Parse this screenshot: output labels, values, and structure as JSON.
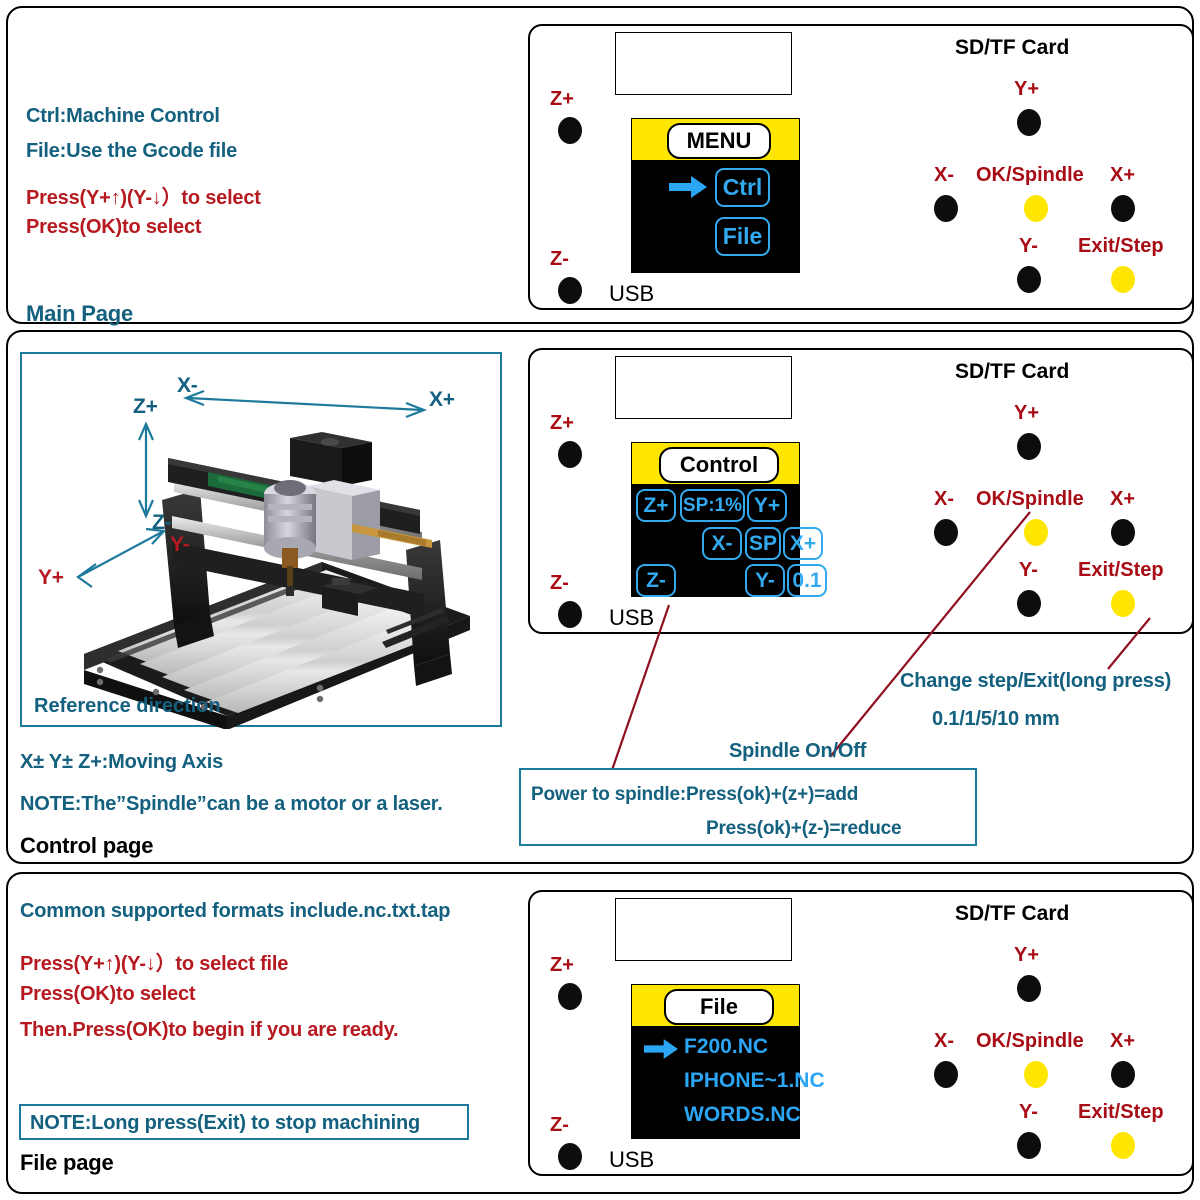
{
  "sections": {
    "main": {
      "caption": "Main Page",
      "lines": [
        {
          "text": "Ctrl:Machine Control",
          "color": "teal"
        },
        {
          "text": "File:Use the Gcode file",
          "color": "teal"
        },
        {
          "text": "Press(Y+↑)(Y-↓）to select",
          "color": "red"
        },
        {
          "text": "Press(OK)to select",
          "color": "red"
        }
      ],
      "screen": {
        "title": "MENU",
        "items": [
          "Ctrl",
          "File"
        ],
        "selected_index": 0
      }
    },
    "control": {
      "caption": "Control page",
      "reference_caption": "Reference direction",
      "axis_labels": {
        "x_minus": "X-",
        "x_plus": "X+",
        "z_plus": "Z+",
        "z_minus": "Z-",
        "y_minus": "Y-",
        "y_plus": "Y+"
      },
      "lines": [
        {
          "text": "X± Y± Z+:Moving Axis",
          "color": "teal"
        },
        {
          "text": "NOTE:The”Spindle”can be a motor or a laser.",
          "color": "teal"
        }
      ],
      "screen": {
        "title": "Control",
        "chips": [
          "Z+",
          "SP:1%",
          "Y+",
          "X-",
          "SP",
          "X+",
          "Z-",
          "Y-",
          "0.1"
        ],
        "spindle_value": "SP:1%",
        "step_value": "0.1"
      },
      "callouts": {
        "change_step": "Change step/Exit(long press)",
        "step_values": "0.1/1/5/10 mm",
        "spindle_onoff": "Spindle On/Off"
      },
      "power_note": {
        "line1": "Power to spindle:Press(ok)+(z+)=add",
        "line2": "Press(ok)+(z-)=reduce"
      }
    },
    "file": {
      "caption": "File page",
      "lines": [
        {
          "text": "Common supported formats include.nc.txt.tap",
          "color": "teal"
        },
        {
          "text": "Press(Y+↑)(Y-↓）to select file",
          "color": "red"
        },
        {
          "text": "Press(OK)to select",
          "color": "red"
        },
        {
          "text": "Then.Press(OK)to begin if you are ready.",
          "color": "red"
        }
      ],
      "note": "NOTE:Long press(Exit) to stop machining",
      "screen": {
        "title": "File",
        "files": [
          "F200.NC",
          "IPHONE~1.NC",
          "WORDS.NC"
        ],
        "selected_index": 0
      }
    }
  },
  "controller": {
    "sd_label": "SD/TF Card",
    "usb_label": "USB",
    "buttons": [
      {
        "label": "Z+",
        "type": "dark"
      },
      {
        "label": "Z-",
        "type": "dark"
      },
      {
        "label": "Y+",
        "type": "dark"
      },
      {
        "label": "X-",
        "type": "dark"
      },
      {
        "label": "OK/Spindle",
        "type": "yellow"
      },
      {
        "label": "X+",
        "type": "dark"
      },
      {
        "label": "Y-",
        "type": "dark"
      },
      {
        "label": "Exit/Step",
        "type": "yellow"
      }
    ]
  },
  "colors": {
    "teal": "#14607f",
    "red": "#b61a20",
    "button_red": "#a80d16",
    "lcd_blue": "#2ba6f5",
    "lcd_yellow": "#ffe600",
    "lcd_black": "#000000",
    "leader_red": "#8f1020",
    "ref_border": "#1e7a9c"
  }
}
